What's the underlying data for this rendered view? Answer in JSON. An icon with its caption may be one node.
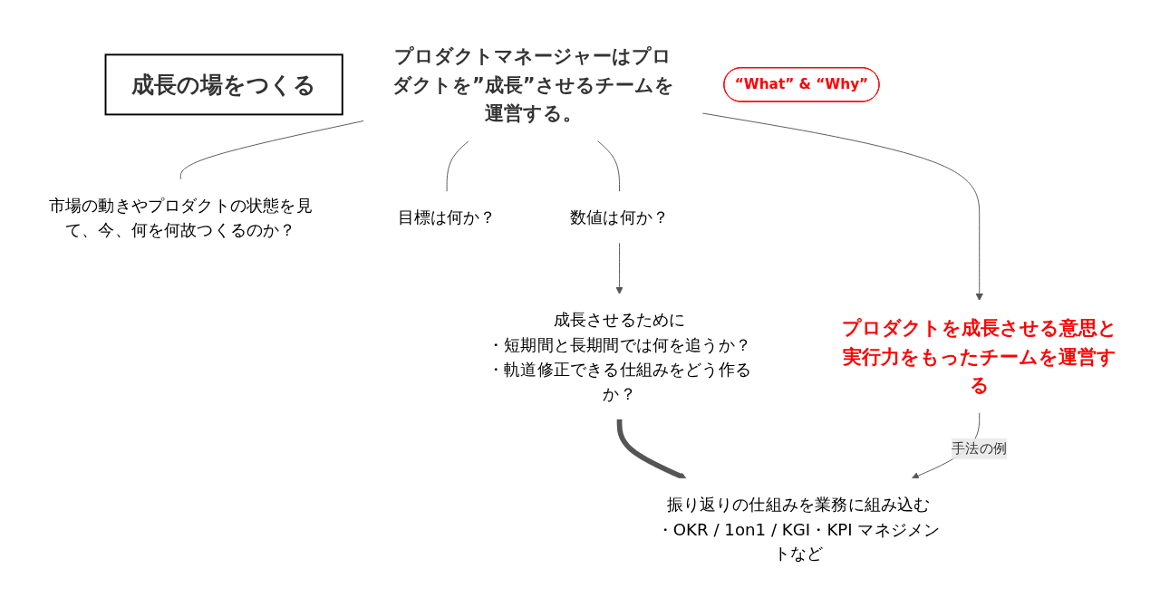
{
  "diagram": {
    "nodes": [
      {
        "text": [
          "成長の場をつくる"
        ]
      },
      {
        "text": [
          "プロダクトマネージャーはプロダクトを”成長”させるチームを運営する。"
        ]
      },
      {
        "text": [
          "“What” & “Why”"
        ]
      },
      {
        "text": [
          "市場の動きやプロダクトの状態を見て、今、何を何故つくるのか？"
        ]
      },
      {
        "text": [
          "目標は何か？"
        ]
      },
      {
        "text": [
          "数値は何か？"
        ]
      },
      {
        "text": [
          "成長させるために",
          "・短期間と長期間では何を追うか？",
          "・軌道修正できる仕組みをどう作るか？"
        ]
      },
      {
        "text": [
          "プロダクトを成長させる意思と実行力をもったチームを運営する"
        ]
      },
      {
        "text": [
          "振り返りの仕組みを業務に組み込む",
          "・OKR / 1on1 / KGI・KPI マネジメントなど"
        ]
      }
    ],
    "edges": [
      {
        "from": 1,
        "to": 3,
        "arrow": "none"
      },
      {
        "from": 1,
        "to": 4,
        "arrow": "none"
      },
      {
        "from": 1,
        "to": 5,
        "arrow": "none"
      },
      {
        "from": 1,
        "to": 7,
        "arrow": "to"
      },
      {
        "from": 5,
        "to": 6,
        "arrow": "to"
      },
      {
        "from": 6,
        "to": 8,
        "arrow": "to",
        "style": "thick"
      },
      {
        "from": 7,
        "to": 8,
        "arrow": "to",
        "label": "手法の例"
      }
    ]
  }
}
